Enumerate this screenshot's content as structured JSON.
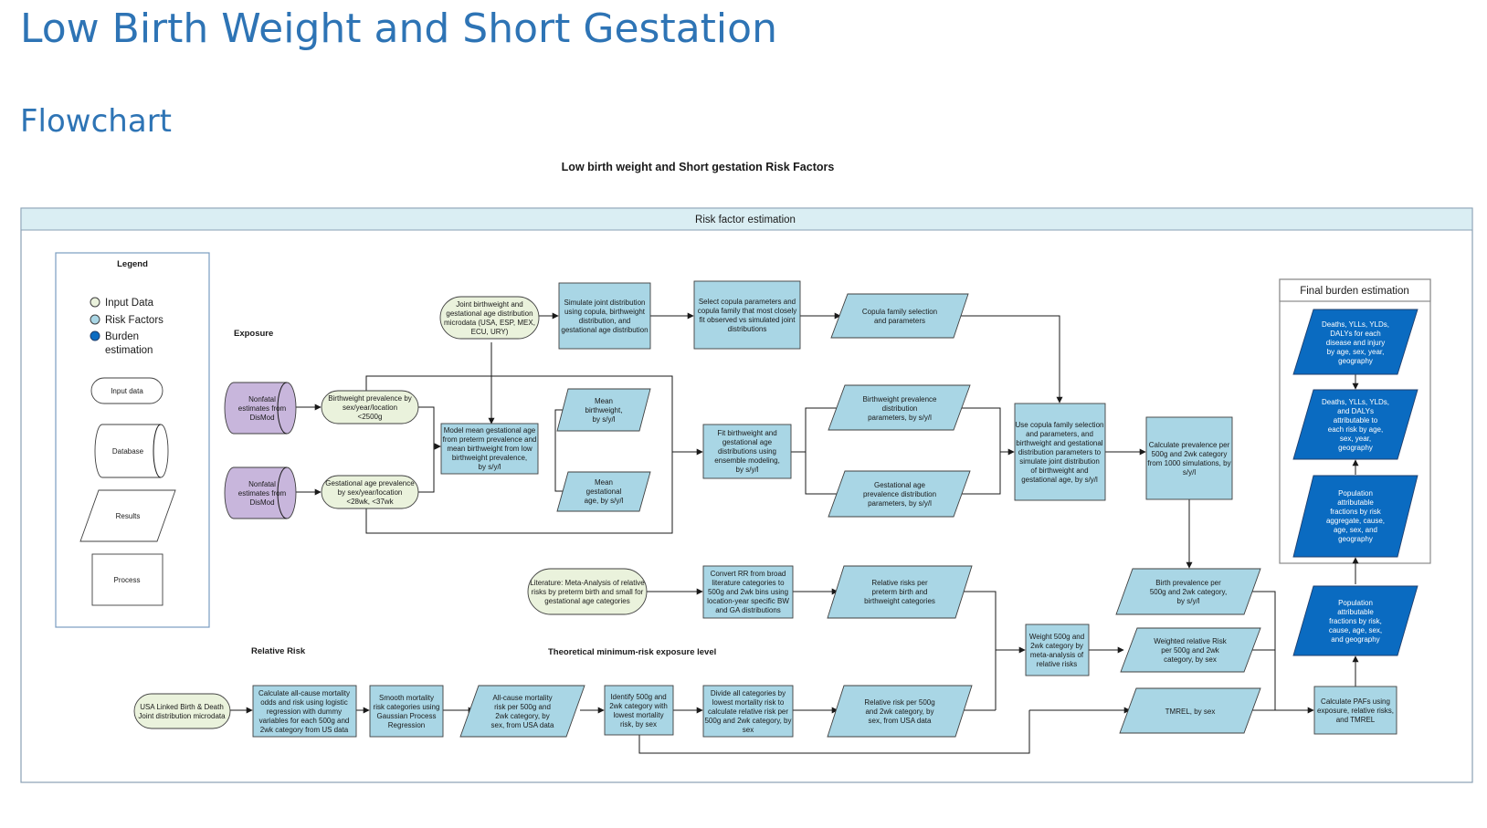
{
  "heading": "Low Birth Weight and Short Gestation",
  "subheading": "Flowchart",
  "diagram": {
    "title": "Low birth weight and Short gestation Risk Factors",
    "band": "Risk factor estimation",
    "final_title": "Final burden estimation",
    "sections": {
      "exposure": "Exposure",
      "relative_risk": "Relative Risk",
      "tmrel": "Theoretical minimum-risk exposure level"
    },
    "legend": {
      "title": "Legend",
      "input": "Input Data",
      "risk": "Risk Factors",
      "burden1": "Burden",
      "burden2": "estimation",
      "shape_input": "Input data",
      "shape_db": "Database",
      "shape_results": "Results",
      "shape_process": "Process"
    },
    "nodes": {
      "db1": [
        "Nonfatal",
        "estimates from",
        "DisMod"
      ],
      "db2": [
        "Nonfatal",
        "estimates from",
        "DisMod"
      ],
      "joint_micro": [
        "Joint birthweight and",
        "gestational age distribution",
        "microdata (USA, ESP, MEX,",
        "ECU, URY)"
      ],
      "bw_prev": [
        "Birthweight prevalence by",
        "sex/year/location",
        "<2500g"
      ],
      "ga_prev": [
        "Gestational age prevalence",
        "by sex/year/location",
        "<28wk, <37wk"
      ],
      "model_mean": [
        "Model mean gestational age",
        "from preterm prevalence and",
        "mean birthweight from low",
        "birthweight prevalence,",
        "by s/y/l"
      ],
      "mean_bw": [
        "Mean",
        "birthweight,",
        "by s/y/l"
      ],
      "mean_ga": [
        "Mean",
        "gestational",
        "age, by s/y/l"
      ],
      "simulate": [
        "Simulate joint distribution",
        "using copula, birthweight",
        "distribution, and",
        "gestational age distribution"
      ],
      "select_copula": [
        "Select copula parameters and",
        "copula family that most closely",
        "fit observed vs simulated joint",
        "distributions"
      ],
      "copula_sel": [
        "Copula family selection",
        "and parameters"
      ],
      "fit_bw": [
        "Fit birthweight and",
        "gestational age",
        "distributions using",
        "ensemble modeling,",
        "by s/y/l"
      ],
      "bw_params": [
        "Birthweight prevalence",
        "distribution",
        "parameters, by s/y/l"
      ],
      "ga_params": [
        "Gestational age",
        "prevalence distribution",
        "parameters, by s/y/l"
      ],
      "use_copula": [
        "Use copula family selection",
        "and parameters, and",
        "birthweight and gestational",
        "distribution parameters to",
        "simulate joint distribution",
        "of birthweight and",
        "gestational age, by s/y/l"
      ],
      "calc_prev": [
        "Calculate prevalence per",
        "500g and 2wk category",
        "from 1000 simulations, by",
        "s/y/l"
      ],
      "lit": [
        "Literature: Meta-Analysis of relative",
        "risks by preterm birth and small for",
        "gestational age categories"
      ],
      "convert_rr": [
        "Convert RR from broad",
        "literature categories to",
        "500g and 2wk bins using",
        "location-year specific BW",
        "and GA distributions"
      ],
      "rr_preterm": [
        "Relative risks per",
        "preterm birth and",
        "birthweight categories"
      ],
      "birth_prev": [
        "Birth prevalence per",
        "500g and 2wk category,",
        "by s/y/l"
      ],
      "weight_cat": [
        "Weight 500g and",
        "2wk category by",
        "meta-analysis of",
        "relative risks"
      ],
      "weighted_rr": [
        "Weighted relative Risk",
        "per 500g and 2wk",
        "category, by sex"
      ],
      "usa_linked": [
        "USA Linked Birth & Death",
        "Joint distribution microdata"
      ],
      "calc_allcause": [
        "Calculate all-cause mortality",
        "odds and risk using logistic",
        "regression with dummy",
        "variables for each 500g and",
        "2wk category from US data"
      ],
      "smooth": [
        "Smooth mortality",
        "risk categories using",
        "Gaussian Process",
        "Regression"
      ],
      "allcause_risk": [
        "All-cause mortality",
        "risk per 500g and",
        "2wk category, by",
        "sex, from USA data"
      ],
      "identify": [
        "Identify 500g and",
        "2wk category with",
        "lowest mortality",
        "risk, by sex"
      ],
      "divide": [
        "Divide all categories by",
        "lowest mortality risk to",
        "calculate relative risk per",
        "500g and 2wk category, by",
        "sex"
      ],
      "rr_500": [
        "Relative risk per 500g",
        "and 2wk category, by",
        "sex, from USA data"
      ],
      "tmrel": [
        "TMREL, by sex"
      ],
      "calc_paf": [
        "Calculate PAFs using",
        "exposure, relative risks,",
        "and TMREL"
      ],
      "deaths": [
        "Deaths, YLLs, YLDs,",
        "DALYs for each",
        "disease and injury",
        "by age, sex, year,",
        "geography"
      ],
      "deaths_attr": [
        "Deaths, YLLs, YLDs,",
        "and DALYs",
        "attributable to",
        "each risk by age,",
        "sex, year,",
        "geography"
      ],
      "paf_agg": [
        "Population",
        "attributable",
        "fractions by risk",
        "aggregate, cause,",
        "age, sex, and",
        "geography"
      ],
      "paf": [
        "Population",
        "attributable",
        "fractions by risk,",
        "cause, age, sex,",
        "and geography"
      ]
    }
  }
}
